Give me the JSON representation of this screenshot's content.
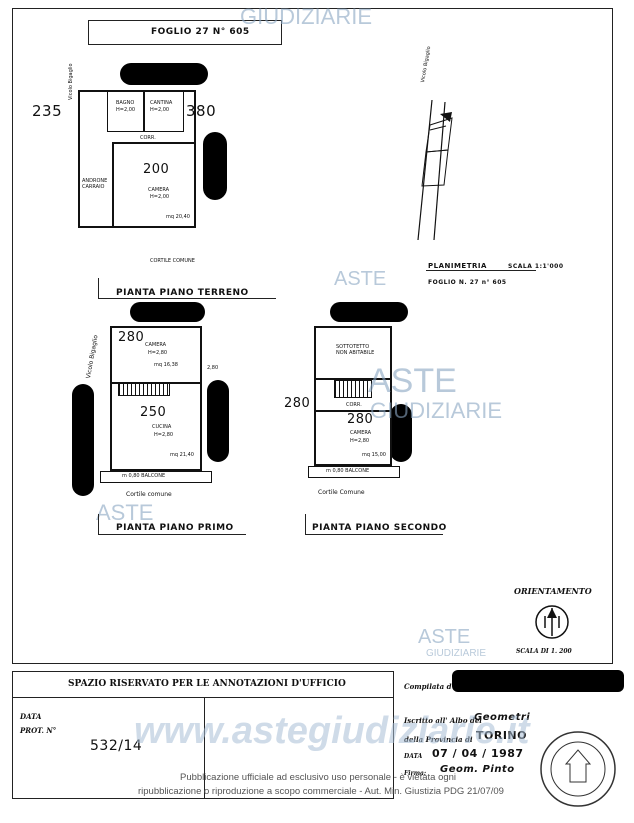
{
  "header": {
    "foglio": "FOGLIO 27 N° 605"
  },
  "floors": {
    "ground": {
      "label": "PIANTA PIANO TERRENO",
      "dim_left": "235",
      "dim_right": "380",
      "dim_height": "200",
      "street": "Vicolo Bigaglio",
      "rooms": {
        "bagno": "BAGNO",
        "bagno_h": "H=2,00",
        "cantina": "CANTINA",
        "cantina_h": "H=2,00",
        "corr": "CORR.",
        "androne": "ANDRONE CARRAIO",
        "camera": "CAMERA",
        "camera_h": "H=2,00",
        "camera_area": "mq 20,40"
      },
      "courtyard": "CORTILE COMUNE"
    },
    "first": {
      "label": "PIANTA PIANO PRIMO",
      "street": "Vicolo Bigaglio",
      "dim_top": "280",
      "dim_room": "250",
      "rooms": {
        "camera": "CAMERA",
        "camera_h": "H=2,80",
        "camera_area": "mq 16,38",
        "cucina": "CUCINA",
        "cucina_h": "H=2,80",
        "cucina_area": "mq 21,40",
        "ballatoio": "m 0,80 BALCONE"
      },
      "dim_side": "2,80",
      "courtyard": "Cortile comune"
    },
    "second": {
      "label": "PIANTA PIANO SECONDO",
      "dim_left": "280",
      "dim_room": "280",
      "rooms": {
        "sottotetto": "SOTTOTETTO NON ABITABILE",
        "corr": "CORR.",
        "camera": "CAMERA",
        "camera_h": "H=2,80",
        "camera_area": "mq 15,00",
        "balcone": "m 0,80 BALCONE"
      },
      "courtyard": "Cortile Comune"
    }
  },
  "planimetria": {
    "title": "PLANIMETRIA",
    "scale": "SCALA 1:1'000",
    "foglio": "FOGLIO N. 27 n° 605",
    "street": "Vicolo Bigaglio"
  },
  "orientamento": {
    "label": "ORIENTAMENTO",
    "scale": "SCALA DI 1. 200"
  },
  "office_box": {
    "title": "SPAZIO RISERVATO PER LE ANNOTAZIONI D'UFFICIO",
    "data_label": "DATA",
    "prot_label": "PROT. N°",
    "prot_value": "532/14"
  },
  "compiler": {
    "compilata": "Compilata d",
    "iscritto_prefix": "Iscritto all' Albo dei",
    "albo": "Geometri",
    "provincia_prefix": "della Provincia di",
    "provincia": "TORINO",
    "data_prefix": "DATA",
    "data": "07 / 04 / 1987",
    "firma_prefix": "Firma:",
    "firma": "Geom. Pinto"
  },
  "watermarks": {
    "aste": "ASTE",
    "giudiziarie": "GIUDIZIARIE",
    "site": "www.astegiudiziarie.it"
  },
  "footer": {
    "line1": "Pubblicazione ufficiale ad esclusivo uso personale - è vietata ogni",
    "line2": "ripubblicazione o riproduzione a scopo commerciale - Aut. Min. Giustizia PDG 21/07/09"
  }
}
